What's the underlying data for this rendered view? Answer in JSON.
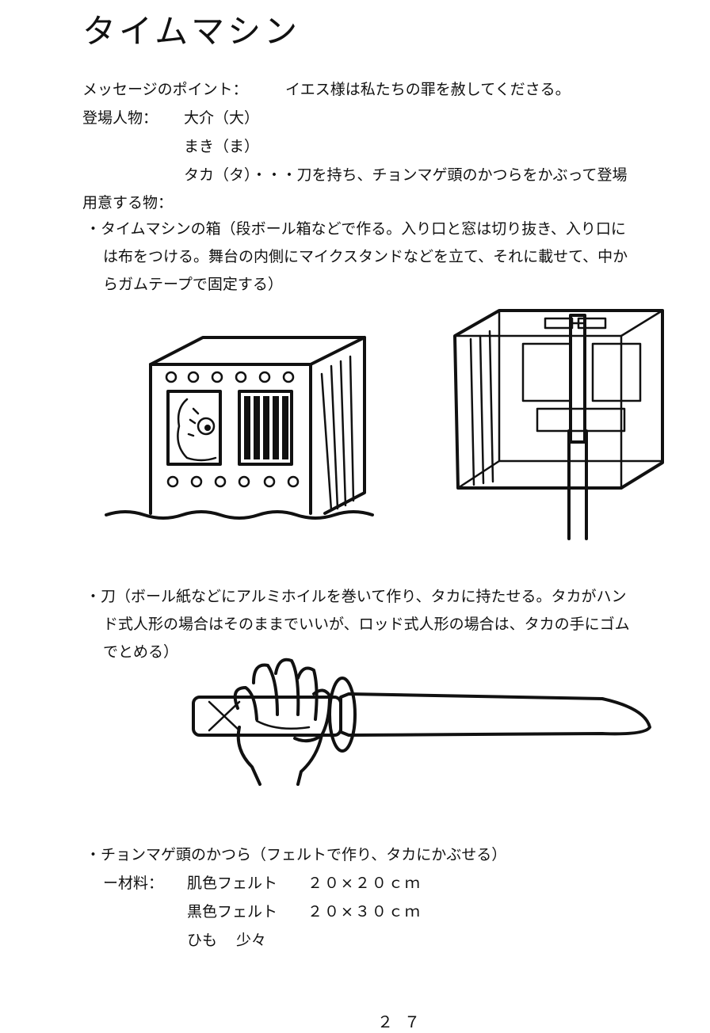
{
  "title": "タイムマシン",
  "message": {
    "label": "メッセージのポイント：",
    "text": "イエス様は私たちの罪を赦してくださる。"
  },
  "characters": {
    "label": "登場人物：",
    "items": [
      "大介（大）",
      "まき（ま）",
      "タカ（タ）・・・刀を持ち、チョンマゲ頭のかつらをかぶって登場"
    ]
  },
  "props": {
    "label": "用意する物：",
    "items": [
      {
        "lines": [
          "・タイムマシンの箱（段ボール箱などで作る。入り口と窓は切り抜き、入り口に",
          "は布をつける。舞台の内側にマイクスタンドなどを立て、それに載せて、中か",
          "らガムテープで固定する）"
        ]
      },
      {
        "lines": [
          "・刀（ボール紙などにアルミホイルを巻いて作り、タカに持たせる。タカがハン",
          "ド式人形の場合はそのままでいいが、ロッド式人形の場合は、タカの手にゴム",
          "でとめる）"
        ]
      },
      {
        "lines": [
          "・チョンマゲ頭のかつら（フェルトで作り、タカにかぶせる）"
        ]
      }
    ]
  },
  "materials": {
    "label": "ー材料：",
    "items": [
      {
        "name": "肌色フェルト",
        "size": "２０×２０ｃｍ"
      },
      {
        "name": "黒色フェルト",
        "size": "２０×３０ｃｍ"
      },
      {
        "name": "ひも",
        "size": "少々"
      }
    ]
  },
  "page_number": "２７"
}
